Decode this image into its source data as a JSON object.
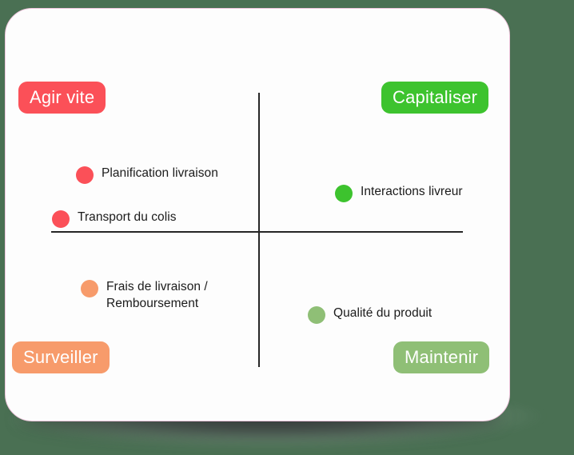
{
  "page": {
    "background_color": "#4a7053",
    "card_background": "#fdfdfd",
    "card_border_color": "#efc6dd"
  },
  "matrix": {
    "axis_color": "#262626",
    "quadrant_badges": [
      {
        "id": "agir-vite",
        "label": "Agir vite",
        "color": "#fb5058",
        "quadrant": "top-left"
      },
      {
        "id": "capitaliser",
        "label": "Capitaliser",
        "color": "#3dc32e",
        "quadrant": "top-right"
      },
      {
        "id": "surveiller",
        "label": "Surveiller",
        "color": "#f79b6b",
        "quadrant": "bottom-left"
      },
      {
        "id": "maintenir",
        "label": "Maintenir",
        "color": "#8fbf76",
        "quadrant": "bottom-right"
      }
    ],
    "items": [
      {
        "id": "planification",
        "label": "Planification livraison",
        "color": "#fb5058",
        "quadrant": "top-left"
      },
      {
        "id": "transport",
        "label": "Transport du colis",
        "color": "#fb5058",
        "quadrant": "top-left"
      },
      {
        "id": "interactions",
        "label": "Interactions livreur",
        "color": "#3dc32e",
        "quadrant": "top-right"
      },
      {
        "id": "frais",
        "label": "Frais de livraison /\nRemboursement",
        "color": "#f79b6b",
        "quadrant": "bottom-left"
      },
      {
        "id": "qualite",
        "label": "Qualité du produit",
        "color": "#8fbf76",
        "quadrant": "bottom-right"
      }
    ]
  }
}
